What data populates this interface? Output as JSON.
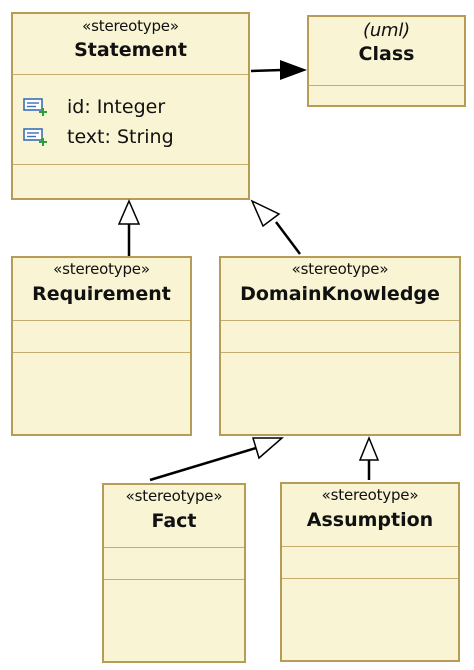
{
  "colors": {
    "box_fill": "#f8f4d4",
    "box_border": "#b79c57",
    "section_line": "#c5ad6f",
    "attribute_icon": "#3b6fb6",
    "attribute_icon_plus": "#2e9e3a",
    "edge": "#000000"
  },
  "classes": {
    "statement": {
      "stereotype": "«stereotype»",
      "name": "Statement",
      "attributes": [
        {
          "icon": "attribute-icon",
          "text": "id: Integer"
        },
        {
          "icon": "attribute-icon",
          "text": "text: String"
        }
      ]
    },
    "class": {
      "stereotype": "(uml)",
      "name": "Class"
    },
    "requirement": {
      "stereotype": "«stereotype»",
      "name": "Requirement"
    },
    "domain_knowledge": {
      "stereotype": "«stereotype»",
      "name": "DomainKnowledge"
    },
    "fact": {
      "stereotype": "«stereotype»",
      "name": "Fact"
    },
    "assumption": {
      "stereotype": "«stereotype»",
      "name": "Assumption"
    }
  },
  "edges": [
    {
      "type": "association",
      "from": "Statement",
      "to": "Class"
    },
    {
      "type": "generalization",
      "from": "Requirement",
      "to": "Statement"
    },
    {
      "type": "generalization",
      "from": "DomainKnowledge",
      "to": "Statement"
    },
    {
      "type": "generalization",
      "from": "Fact",
      "to": "DomainKnowledge"
    },
    {
      "type": "generalization",
      "from": "Assumption",
      "to": "DomainKnowledge"
    }
  ]
}
